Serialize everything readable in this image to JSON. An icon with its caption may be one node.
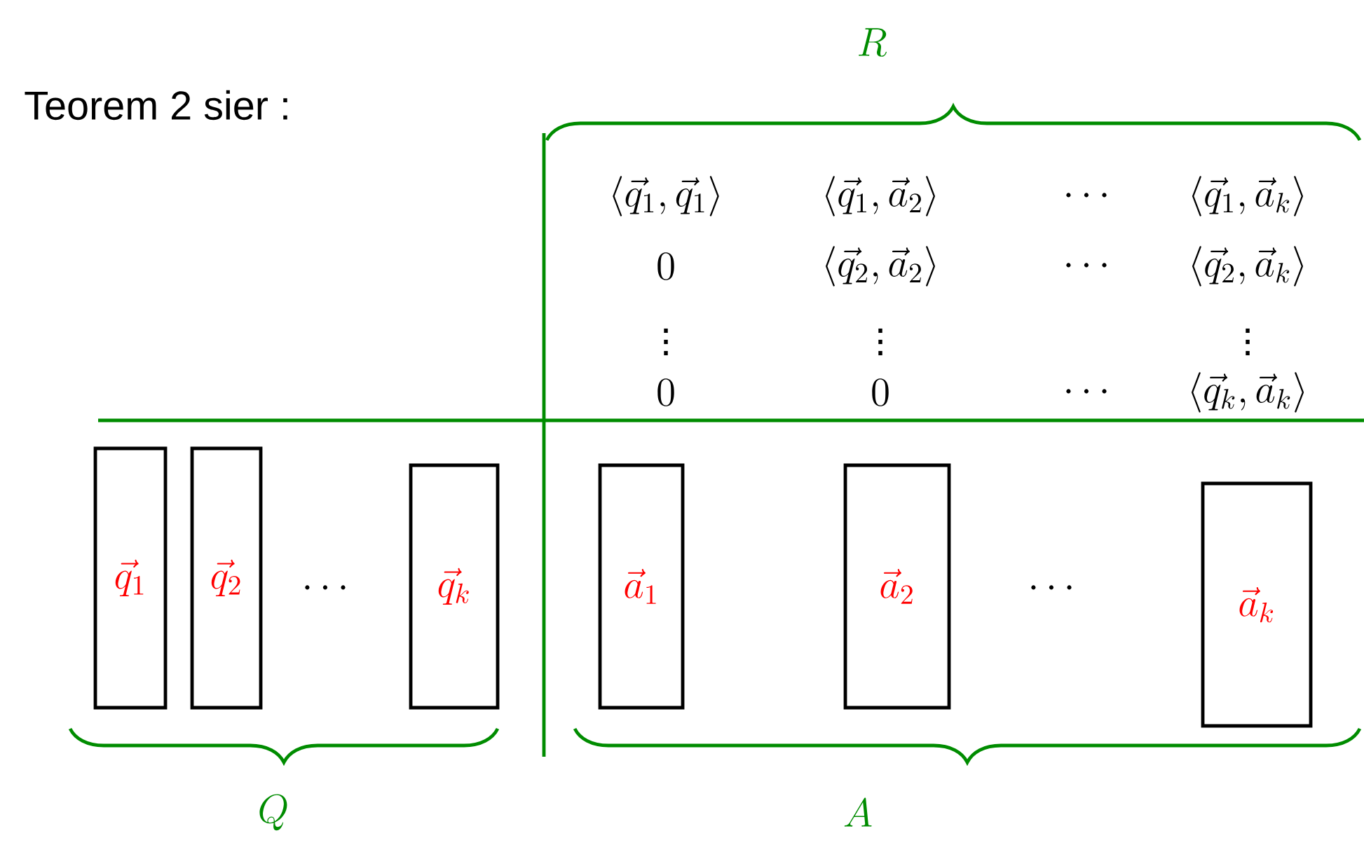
{
  "diagram": {
    "title": "Teorem 2 sier :",
    "nodes": [
      {
        "text": [
          "\\vec{q}_1"
        ]
      },
      {
        "text": [
          "\\vec{q}_2"
        ]
      },
      {
        "text": [
          "\\vec{q}_k"
        ]
      },
      {
        "text": [
          "\\vec{a}_1"
        ]
      },
      {
        "text": [
          "\\vec{a}_2"
        ]
      },
      {
        "text": [
          "\\vec{a}_k"
        ]
      }
    ],
    "labels": [
      "R",
      "\\langle \\vec{q}_1, \\vec{q}_1 \\rangle",
      "\\langle \\vec{q}_1, \\vec{a}_2 \\rangle",
      "\\cdots",
      "\\langle \\vec{q}_1, \\vec{a}_k \\rangle",
      "0",
      "\\langle \\vec{q}_2, \\vec{a}_2 \\rangle",
      "\\cdots",
      "\\langle \\vec{q}_2, \\vec{a}_k \\rangle",
      "\\vdots",
      "\\vdots",
      "\\vdots",
      "0",
      "0",
      "\\cdots",
      "\\langle \\vec{q}_k, \\vec{a}_k \\rangle",
      "\\cdots",
      "\\cdots",
      "Q",
      "A"
    ]
  }
}
